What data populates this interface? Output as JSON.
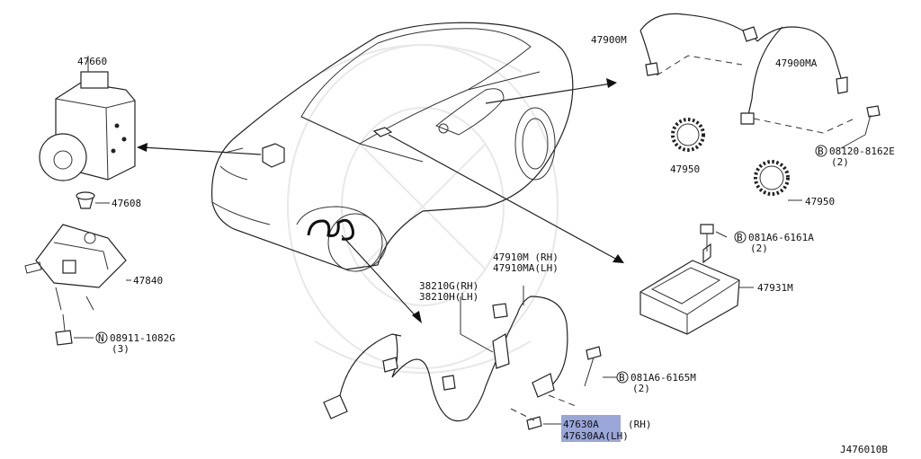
{
  "diagram": {
    "ref_code": "J476010B",
    "callouts": {
      "p47660": "47660",
      "p47608": "47608",
      "p47840": "47840",
      "n08911_1": "08911-1082G",
      "n08911_2": "(3)",
      "p47900M": "47900M",
      "p47900MA": "47900MA",
      "p47950a": "47950",
      "p47950b": "47950",
      "b08120_1": "08120-8162E",
      "b08120_2": "(2)",
      "b081A6_6161A_1": "081A6-6161A",
      "b081A6_6161A_2": "(2)",
      "p47931M": "47931M",
      "p47910M": "47910M (RH)",
      "p47910MA": "47910MA(LH)",
      "p38210G": "38210G(RH)",
      "p38210H": "38210H(LH)",
      "b081A6_6165M_1": "081A6-6165M",
      "b081A6_6165M_2": "(2)",
      "p47630A_code": "47630A",
      "p47630A_side": "(RH)",
      "p47630AA": "47630AA(LH)"
    },
    "marks": {
      "n": "N",
      "b": "B"
    },
    "highlight_color": "#9aa6d8"
  }
}
